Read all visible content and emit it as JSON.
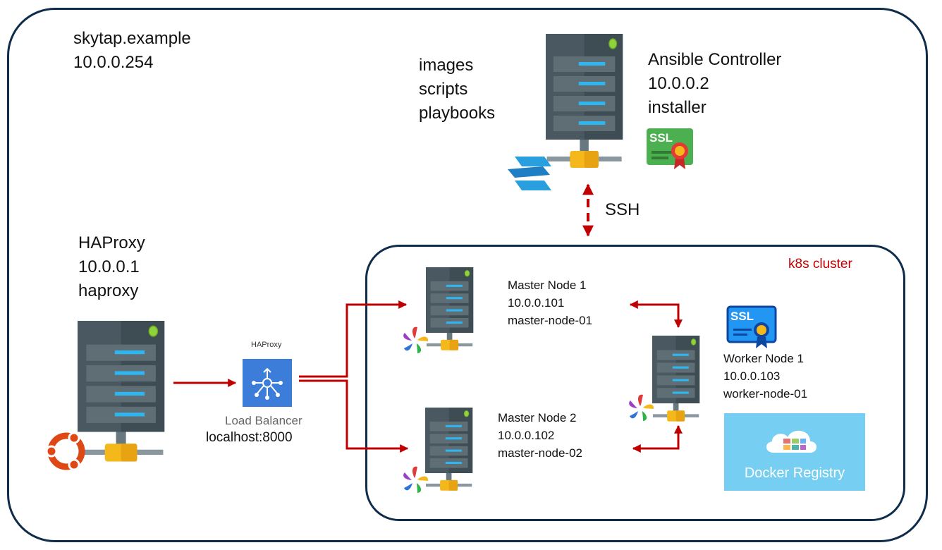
{
  "environment": {
    "domain": "skytap.example",
    "ip": "10.0.0.254"
  },
  "controller": {
    "files": [
      "images",
      "scripts",
      "playbooks"
    ],
    "name": "Ansible Controller",
    "ip": "10.0.0.2",
    "hostname": "installer",
    "ssl_badge": "SSL",
    "os_icon": "zorin-os-icon"
  },
  "ssh_label": "SSH",
  "haproxy_server": {
    "name": "HAProxy",
    "ip": "10.0.0.1",
    "hostname": "haproxy",
    "os_icon": "ubuntu-icon"
  },
  "load_balancer": {
    "title": "HAProxy",
    "label": "Load Balancer",
    "endpoint": "localhost:8000"
  },
  "cluster": {
    "label": "k8s cluster",
    "master1": {
      "name": "Master Node 1",
      "ip": "10.0.0.101",
      "hostname": "master-node-01"
    },
    "master2": {
      "name": "Master Node 2",
      "ip": "10.0.0.102",
      "hostname": "master-node-02"
    },
    "worker1": {
      "name": "Worker Node 1",
      "ip": "10.0.0.103",
      "hostname": "worker-node-01",
      "ssl_badge": "SSL"
    },
    "registry": {
      "label": "Docker Registry"
    }
  },
  "colors": {
    "frame": "#0f2d4a",
    "arrow": "#c00000",
    "server_body": "#4a5961",
    "server_light": "#2fb6f0",
    "connector": "#f5b81a",
    "registry_bg": "#76cef2",
    "lb_bg": "#3b7dd8"
  }
}
